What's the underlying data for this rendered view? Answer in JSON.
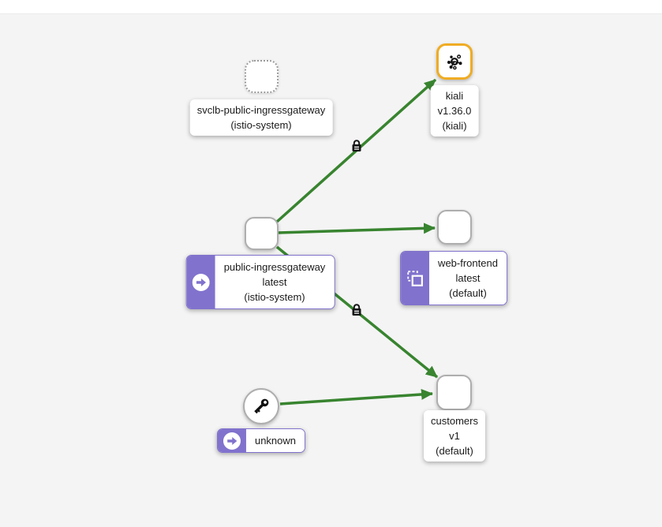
{
  "app": {
    "view": "service-mesh-graph"
  },
  "colors": {
    "background": "#f4f4f4",
    "edge_green": "#38842f",
    "badge_purple": "#8172cd",
    "kiali_node_border_orange": "#efac23",
    "node_border_gray": "#aeaeae",
    "lock_black": "#151515"
  },
  "nodes": [
    {
      "id": "svclb-public-ingressgateway",
      "shape": "square-dashed",
      "label_lines": [
        "svclb-public-ingressgateway",
        "(istio-system)"
      ]
    },
    {
      "id": "kiali",
      "shape": "square",
      "border_color": "orange",
      "icon": "kiali-topology-icon",
      "label_lines": [
        "kiali",
        "v1.36.0",
        "(kiali)"
      ]
    },
    {
      "id": "public-ingressgateway",
      "shape": "square",
      "badges": [
        "root-traffic-arrow-icon"
      ],
      "label_lines": [
        "public-ingressgateway",
        "latest",
        "(istio-system)"
      ]
    },
    {
      "id": "web-frontend",
      "shape": "square",
      "badges": [
        "mirroring-icon"
      ],
      "label_lines": [
        "web-frontend",
        "latest",
        "(default)"
      ]
    },
    {
      "id": "unknown",
      "shape": "circle",
      "icon": "key-icon",
      "badges": [
        "root-traffic-arrow-icon"
      ],
      "label_lines": [
        "unknown"
      ]
    },
    {
      "id": "customers",
      "shape": "square",
      "label_lines": [
        "customers",
        "v1",
        "(default)"
      ]
    }
  ],
  "edges": [
    {
      "from": "public-ingressgateway",
      "to": "kiali",
      "color": "green",
      "mtls_lock": true
    },
    {
      "from": "public-ingressgateway",
      "to": "web-frontend",
      "color": "green",
      "mtls_lock": false
    },
    {
      "from": "public-ingressgateway",
      "to": "customers",
      "color": "green",
      "mtls_lock": true
    },
    {
      "from": "unknown",
      "to": "customers",
      "color": "green",
      "mtls_lock": false
    }
  ]
}
